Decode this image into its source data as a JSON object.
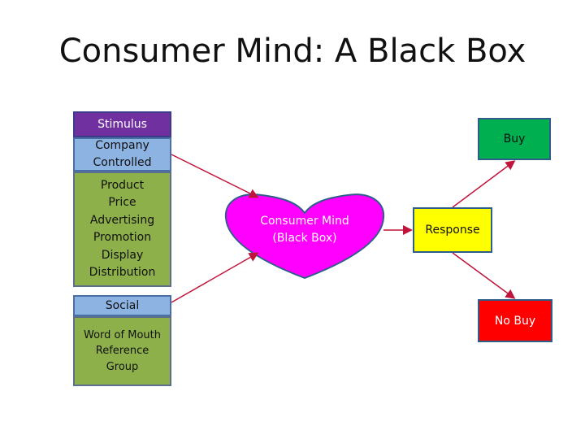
{
  "title": "Consumer Mind: A Black Box",
  "stimulus": {
    "header": "Stimulus",
    "company_label": "Company\nControlled",
    "company_items": "Product\nPrice\nAdvertising\nPromotion\nDisplay\nDistribution",
    "social_label": "Social",
    "social_items": "Word of Mouth\nReference\nGroup"
  },
  "consumer_mind": {
    "label": "Consumer Mind\n(Black Box)",
    "color": "#ff00ff"
  },
  "response": {
    "label": "Response",
    "color": "#ffff00"
  },
  "outcomes": {
    "buy": {
      "label": "Buy",
      "color": "#00b050"
    },
    "no_buy": {
      "label": "No Buy",
      "color": "#ff0000"
    }
  },
  "arrow_color": "#c0143c"
}
